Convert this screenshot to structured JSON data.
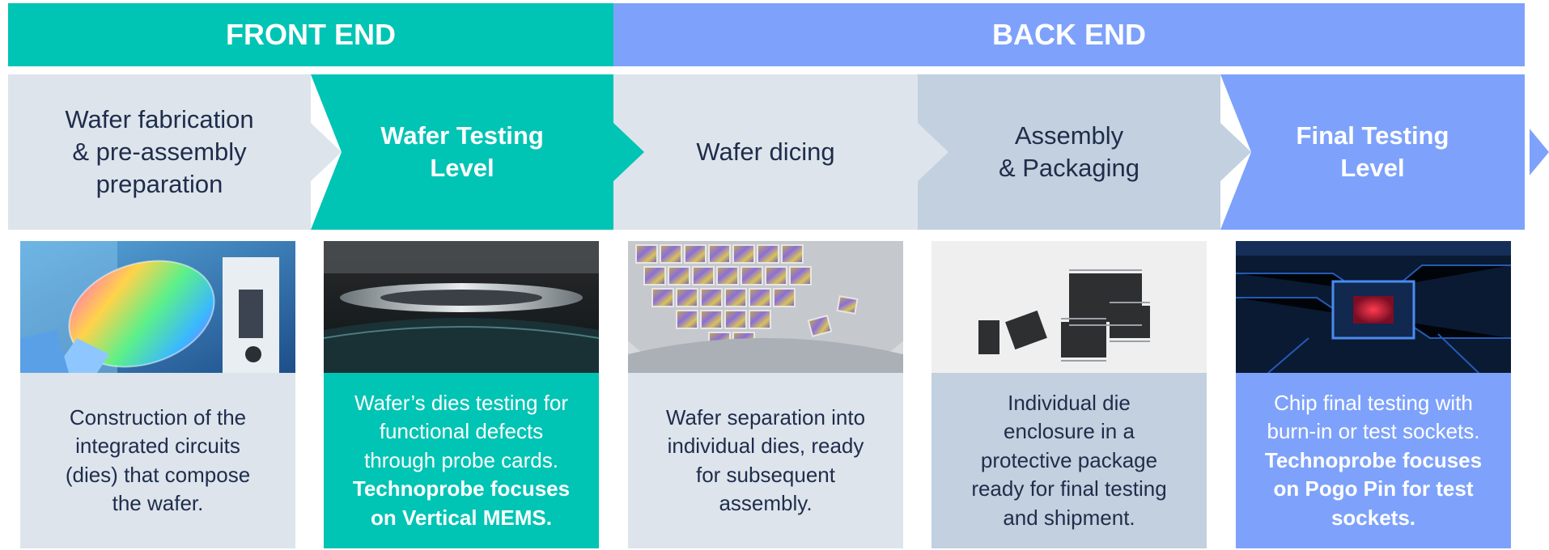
{
  "header": {
    "front_end": "FRONT END",
    "back_end": "BACK END"
  },
  "colors": {
    "front_end": "#00c4b4",
    "back_end": "#7ea2fb",
    "light_gray": "#dde4ec",
    "mid_gray": "#c2d0df",
    "dark_text": "#1f2d4b"
  },
  "stages": [
    {
      "label": "Wafer fabrication\n& pre-assembly\npreparation",
      "description": "Construction of the\nintegrated circuits\n(dies) that compose\nthe wafer.",
      "focus": "",
      "photo": "wafer-fabrication-photo"
    },
    {
      "label": "Wafer Testing\nLevel",
      "description": "Wafer’s dies testing for\nfunctional defects\nthrough probe cards.",
      "focus": "Technoprobe focuses\non Vertical MEMS.",
      "photo": "probe-card-photo"
    },
    {
      "label": "Wafer dicing",
      "description": "Wafer separation into\nindividual dies, ready\nfor subsequent\nassembly.",
      "focus": "",
      "photo": "wafer-dicing-photo"
    },
    {
      "label": "Assembly\n& Packaging",
      "description": "Individual die\nenclosure in a\nprotective package\nready for final testing\nand shipment.",
      "focus": "",
      "photo": "chip-packages-photo"
    },
    {
      "label": "Final Testing\nLevel",
      "description": "Chip final testing with\nburn-in or test sockets.",
      "focus": "Technoprobe focuses\non Pogo Pin for test\nsockets.",
      "photo": "circuit-board-photo"
    }
  ]
}
